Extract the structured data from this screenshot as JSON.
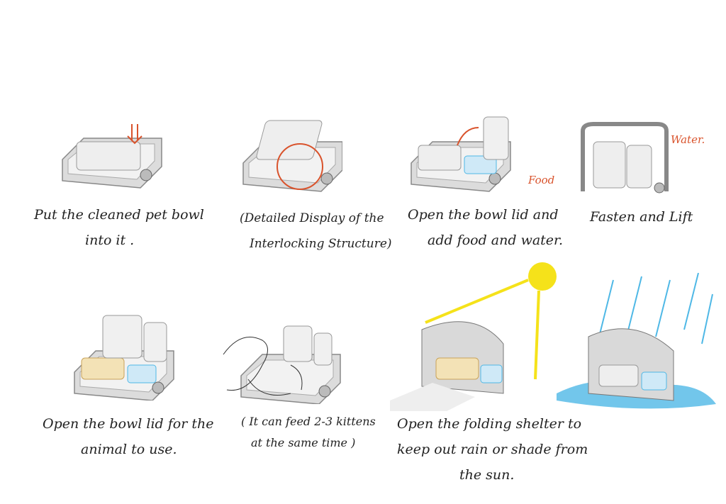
{
  "steps": [
    {
      "lines": [
        "Put the cleaned pet bowl",
        "into it ."
      ]
    },
    {
      "lines": [
        "(Detailed Display of the",
        "Interlocking Structure)"
      ]
    },
    {
      "lines": [
        "Open the bowl lid and",
        "add food and water."
      ]
    },
    {
      "lines": [
        "Fasten and Lift"
      ],
      "labels": {
        "water": "Water.",
        "food": "Food"
      }
    },
    {
      "lines": [
        "Open the bowl lid for the",
        "animal to use."
      ]
    },
    {
      "lines": [
        "( It can feed 2-3 kittens",
        "at the same time )"
      ]
    },
    {
      "lines": [
        "Open the folding shelter to",
        "keep out rain or shade from",
        "the sun."
      ]
    }
  ],
  "colors": {
    "annotation": "#d9532c",
    "sun": "#f5e21a",
    "water": "#4fb8e6",
    "product": "#e6e6e6"
  }
}
